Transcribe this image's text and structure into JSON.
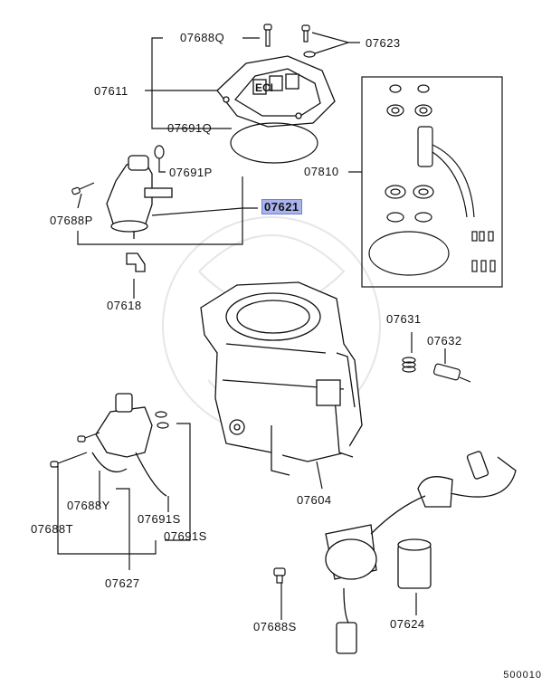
{
  "callouts": {
    "c07688q": "07688Q",
    "c07623": "07623",
    "c07611": "07611",
    "c07691q": "07691Q",
    "c07810": "07810",
    "c07691p": "07691P",
    "c07621": "07621",
    "c07688p": "07688P",
    "c07618": "07618",
    "c07631": "07631",
    "c07632": "07632",
    "c07688y": "07688Y",
    "c07691s_a": "07691S",
    "c07688t": "07688T",
    "c07691s_b": "07691S",
    "c07604": "07604",
    "c07627": "07627",
    "c07688s": "07688S",
    "c07624": "07624"
  },
  "highlight_color": "#a9b4ee",
  "diagram_code": "500010",
  "cover_text": "ECI"
}
